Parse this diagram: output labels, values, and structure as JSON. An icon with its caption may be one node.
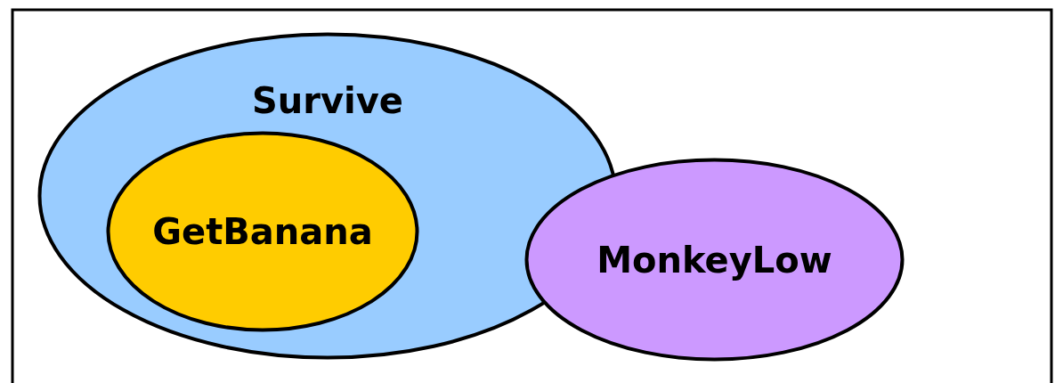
{
  "diagram": {
    "nodes": [
      {
        "text": [
          "Survive"
        ]
      },
      {
        "text": [
          "GetBanana"
        ],
        "in": 0
      },
      {
        "text": [
          "MonkeyLow"
        ]
      }
    ]
  }
}
